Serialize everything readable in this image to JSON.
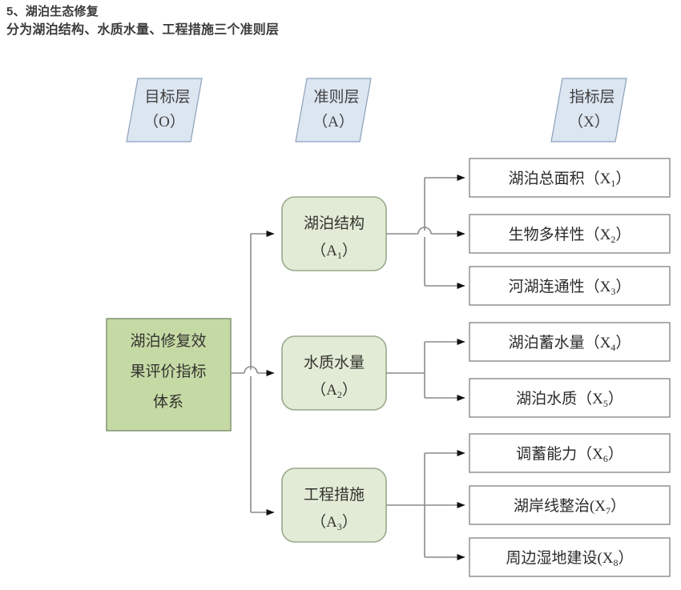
{
  "heading": {
    "line1": "5、湖泊生态修复",
    "line2": "分为湖泊结构、水质水量、工程措施三个准则层"
  },
  "colors": {
    "layer_header_fill": "#dce6f1",
    "layer_header_stroke": "#8ca0bd",
    "goal_fill": "#c5d9a5",
    "goal_stroke": "#8a9a77",
    "criteria_fill": "#e2ebd6",
    "criteria_stroke": "#9aa88b",
    "indicator_fill": "#ffffff",
    "indicator_stroke": "#8a8a8a",
    "connector": "#8a8a8a",
    "text": "#2b2b2b",
    "heading_text": "#3b3b3b"
  },
  "layer_headers": [
    {
      "name": "goal-layer-header",
      "title": "目标层",
      "code": "（O）"
    },
    {
      "name": "criteria-layer-header",
      "title": "准则层",
      "code": "（A）"
    },
    {
      "name": "indicator-layer-header",
      "title": "指标层",
      "code": "（X）"
    }
  ],
  "goal": {
    "line1": "湖泊修复效",
    "line2": "果评价指标",
    "line3": "体系"
  },
  "criteria": [
    {
      "id": "A1",
      "label": "湖泊结构",
      "code_base": "（A",
      "code_sub": "1",
      "code_tail": "）"
    },
    {
      "id": "A2",
      "label": "水质水量",
      "code_base": "（A",
      "code_sub": "2",
      "code_tail": "）"
    },
    {
      "id": "A3",
      "label": "工程措施",
      "code_base": "（A",
      "code_sub": "3",
      "code_tail": "）"
    }
  ],
  "indicators": [
    {
      "id": "X1",
      "parent": "A1",
      "label": "湖泊总面积（X",
      "sub": "1",
      "tail": "）"
    },
    {
      "id": "X2",
      "parent": "A1",
      "label": "生物多样性（X",
      "sub": "2",
      "tail": "）"
    },
    {
      "id": "X3",
      "parent": "A1",
      "label": "河湖连通性（X",
      "sub": "3",
      "tail": "）"
    },
    {
      "id": "X4",
      "parent": "A2",
      "label": "湖泊蓄水量（X",
      "sub": "4",
      "tail": "）"
    },
    {
      "id": "X5",
      "parent": "A2",
      "label": "湖泊水质（X",
      "sub": "5",
      "tail": "）"
    },
    {
      "id": "X6",
      "parent": "A3",
      "label": "调蓄能力（X",
      "sub": "6",
      "tail": "）"
    },
    {
      "id": "X7",
      "parent": "A3",
      "label": "湖岸线整治(X",
      "sub": "7",
      "tail": "）"
    },
    {
      "id": "X8",
      "parent": "A3",
      "label": "周边湿地建设(X",
      "sub": "8",
      "tail": "）"
    }
  ]
}
